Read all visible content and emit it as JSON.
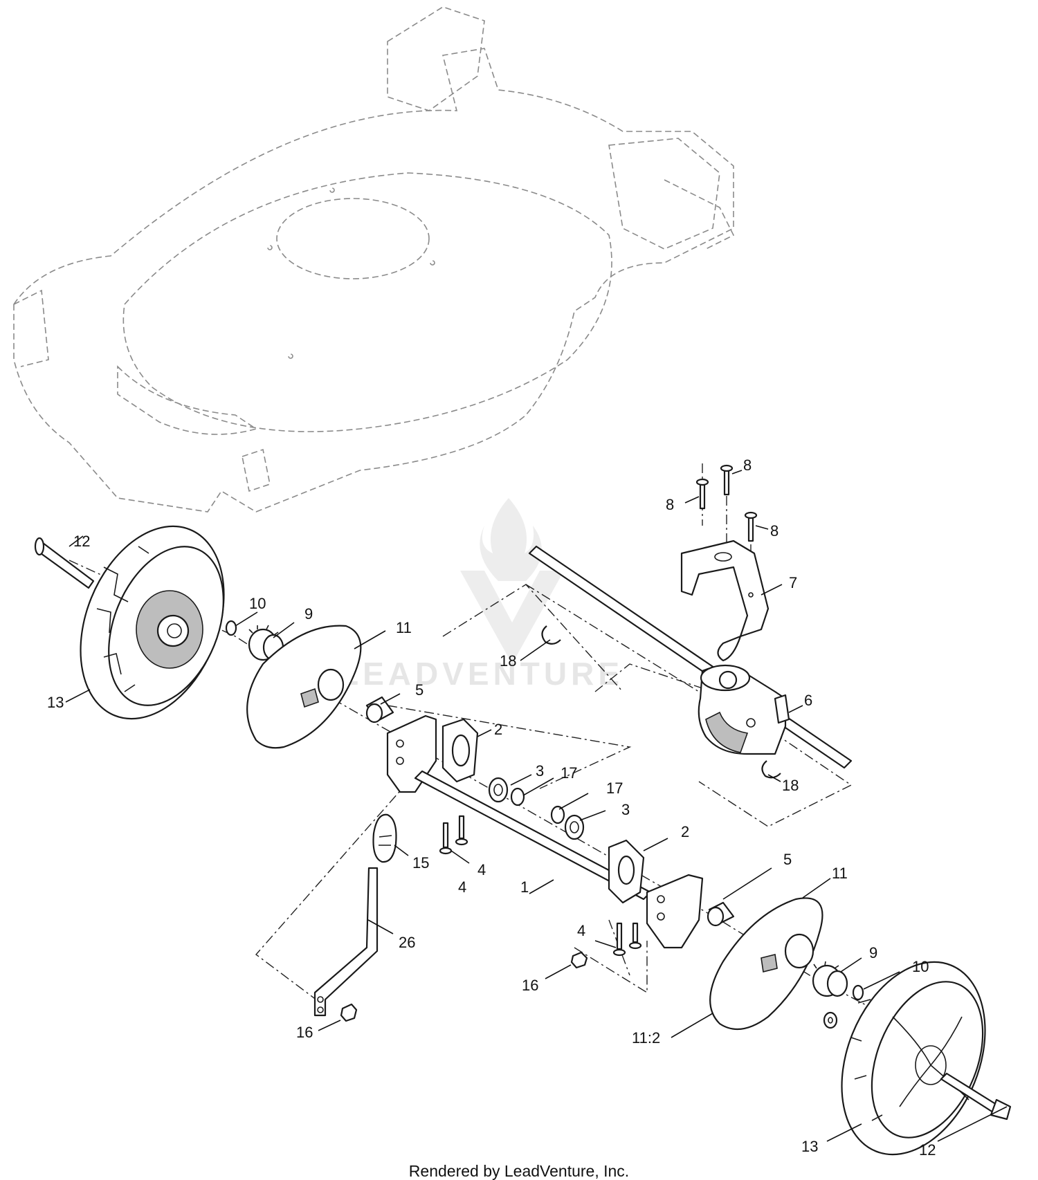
{
  "callouts": [
    {
      "id": "c-12-top",
      "text": "12"
    },
    {
      "id": "c-10-top",
      "text": "10"
    },
    {
      "id": "c-9-top",
      "text": "9"
    },
    {
      "id": "c-11-top",
      "text": "11"
    },
    {
      "id": "c-13-left",
      "text": "13"
    },
    {
      "id": "c-5-top",
      "text": "5"
    },
    {
      "id": "c-18-left",
      "text": "18"
    },
    {
      "id": "c-8-a",
      "text": "8"
    },
    {
      "id": "c-8-b",
      "text": "8"
    },
    {
      "id": "c-8-c",
      "text": "8"
    },
    {
      "id": "c-7",
      "text": "7"
    },
    {
      "id": "c-6",
      "text": "6"
    },
    {
      "id": "c-18-right",
      "text": "18"
    },
    {
      "id": "c-2-top",
      "text": "2"
    },
    {
      "id": "c-3-top",
      "text": "3"
    },
    {
      "id": "c-17-top",
      "text": "17"
    },
    {
      "id": "c-17-mid",
      "text": "17"
    },
    {
      "id": "c-3-mid",
      "text": "3"
    },
    {
      "id": "c-2-mid",
      "text": "2"
    },
    {
      "id": "c-15",
      "text": "15"
    },
    {
      "id": "c-4-a",
      "text": "4"
    },
    {
      "id": "c-4-b",
      "text": "4"
    },
    {
      "id": "c-1",
      "text": "1"
    },
    {
      "id": "c-5-bottom",
      "text": "5"
    },
    {
      "id": "c-11-bottom",
      "text": "11"
    },
    {
      "id": "c-26",
      "text": "26"
    },
    {
      "id": "c-4-c",
      "text": "4"
    },
    {
      "id": "c-9-bottom",
      "text": "9"
    },
    {
      "id": "c-10-bottom",
      "text": "10"
    },
    {
      "id": "c-16-mid",
      "text": "16"
    },
    {
      "id": "c-16-bottom",
      "text": "16"
    },
    {
      "id": "c-11-2",
      "text": "11:2"
    },
    {
      "id": "c-13-right",
      "text": "13"
    },
    {
      "id": "c-12-bottom",
      "text": "12"
    }
  ],
  "watermark": {
    "text": "LEADVENTURE"
  },
  "footer": {
    "text": "Rendered by LeadVenture, Inc."
  }
}
